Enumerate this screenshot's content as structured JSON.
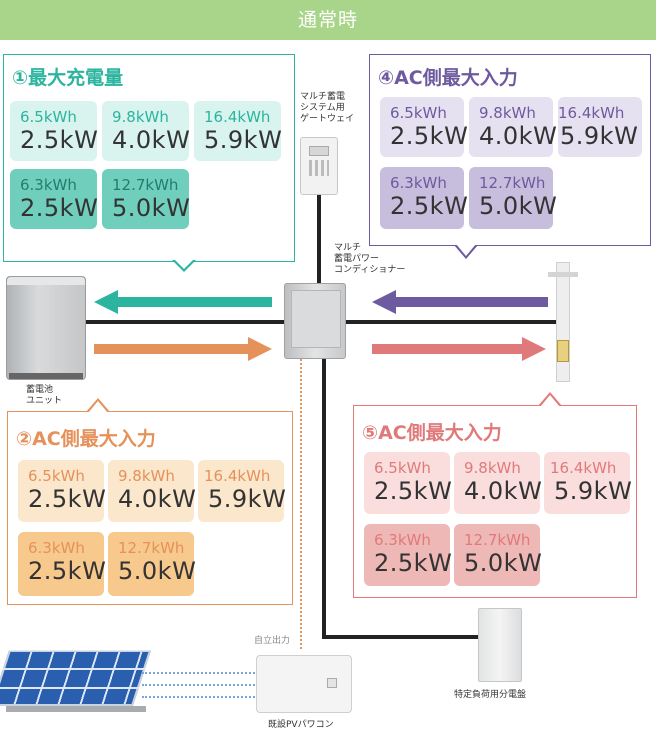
{
  "header": {
    "title": "通常時"
  },
  "colors": {
    "teal": "#2bb59e",
    "purple": "#6e5a9e",
    "orange": "#e5915a",
    "red": "#e07a7a",
    "green_header": "#a8d58a"
  },
  "panels": {
    "p1": {
      "title": "①最大充電量",
      "cards": [
        {
          "kwh": "6.5kWh",
          "kw": "2.5kW"
        },
        {
          "kwh": "9.8kWh",
          "kw": "4.0kW"
        },
        {
          "kwh": "16.4kWh",
          "kw": "5.9kW"
        },
        {
          "kwh": "6.3kWh",
          "kw": "2.5kW"
        },
        {
          "kwh": "12.7kWh",
          "kw": "5.0kW"
        }
      ]
    },
    "p2": {
      "title": "②AC側最大入力",
      "cards": [
        {
          "kwh": "6.5kWh",
          "kw": "2.5kW"
        },
        {
          "kwh": "9.8kWh",
          "kw": "4.0kW"
        },
        {
          "kwh": "16.4kWh",
          "kw": "5.9kW"
        },
        {
          "kwh": "6.3kWh",
          "kw": "2.5kW"
        },
        {
          "kwh": "12.7kWh",
          "kw": "5.0kW"
        }
      ]
    },
    "p4": {
      "title": "④AC側最大入力",
      "cards": [
        {
          "kwh": "6.5kWh",
          "kw": "2.5kW"
        },
        {
          "kwh": "9.8kWh",
          "kw": "4.0kW"
        },
        {
          "kwh": "16.4kWh",
          "kw": "5.9kW"
        },
        {
          "kwh": "6.3kWh",
          "kw": "2.5kW"
        },
        {
          "kwh": "12.7kWh",
          "kw": "5.0kW"
        }
      ]
    },
    "p5": {
      "title": "⑤AC側最大入力",
      "cards": [
        {
          "kwh": "6.5kWh",
          "kw": "2.5kW"
        },
        {
          "kwh": "9.8kWh",
          "kw": "4.0kW"
        },
        {
          "kwh": "16.4kWh",
          "kw": "5.9kW"
        },
        {
          "kwh": "6.3kWh",
          "kw": "2.5kW"
        },
        {
          "kwh": "12.7kWh",
          "kw": "5.0kW"
        }
      ]
    }
  },
  "labels": {
    "gateway": [
      "マルチ蓄電",
      "システム用",
      "ゲートウェイ"
    ],
    "conditioner": [
      "マルチ",
      "蓄電パワー",
      "コンディショナー"
    ],
    "battery": [
      "蓄電池",
      "ユニット"
    ],
    "self_output": "自立出力",
    "pv_conditioner": "既設PVパワコン",
    "load_panel": "特定負荷用分電盤"
  }
}
